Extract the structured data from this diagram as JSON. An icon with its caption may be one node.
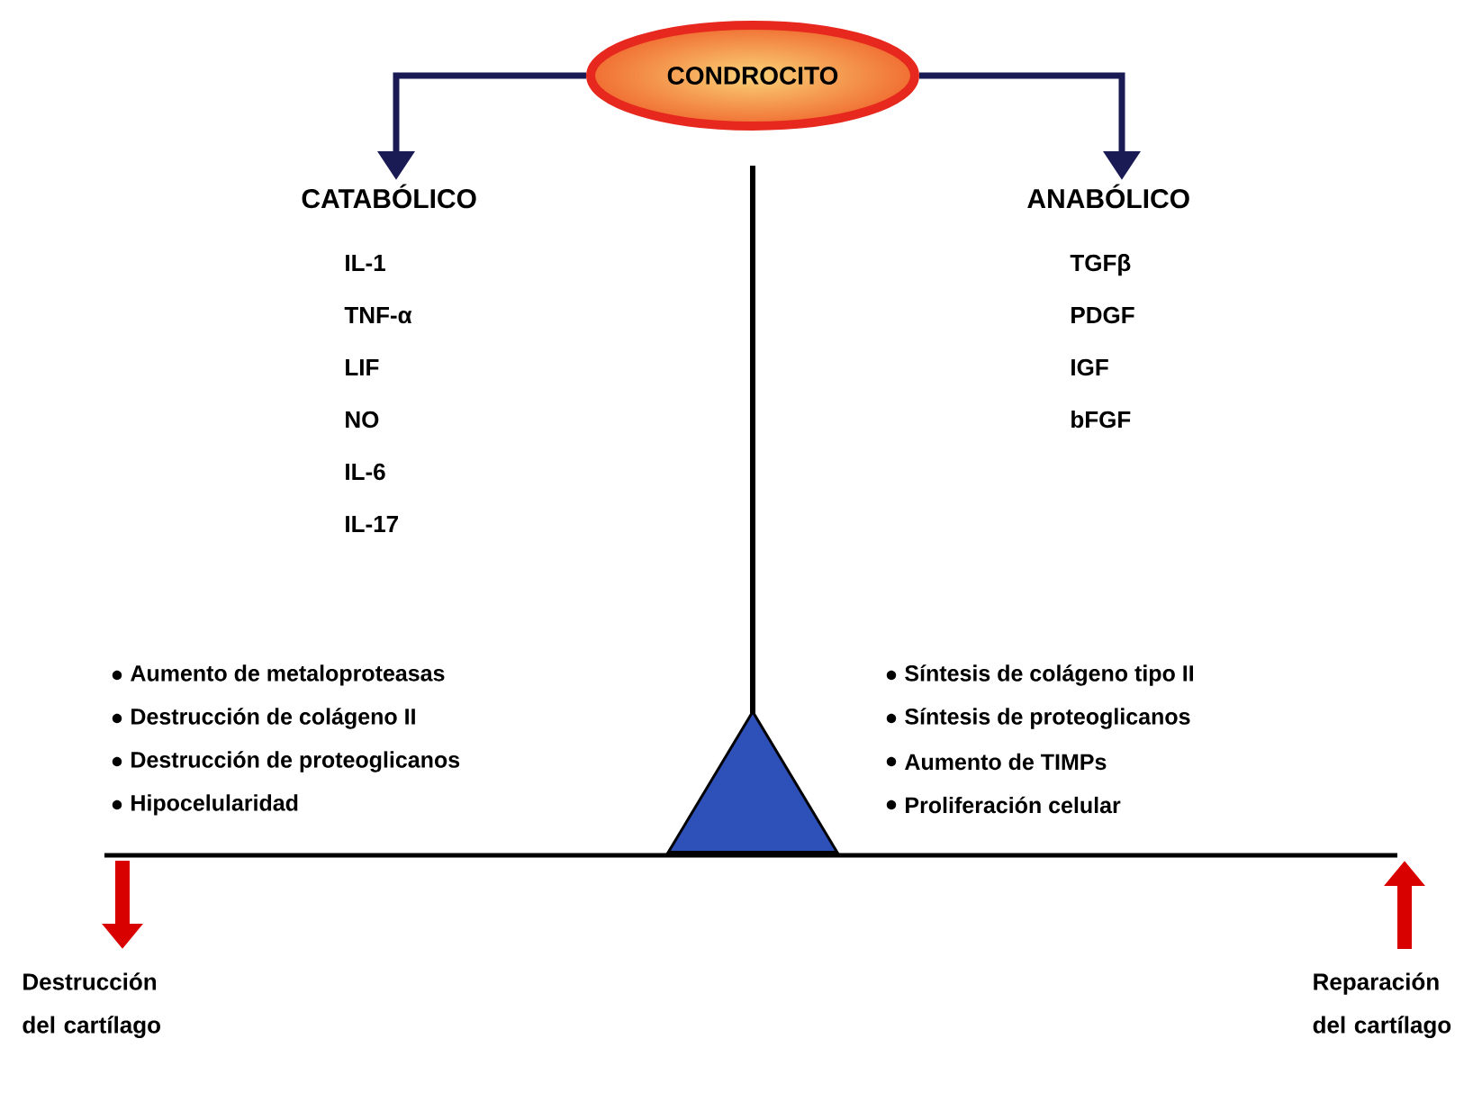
{
  "diagram": {
    "nodes": [
      {
        "text": [
          "CONDROCITO"
        ]
      },
      {
        "text": [
          "CATABÓLICO",
          "IL-1",
          "TNF-α",
          "LIF",
          "NO",
          "IL-6",
          "IL-17"
        ]
      },
      {
        "text": [
          "ANABÓLICO",
          "TGFβ",
          "PDGF",
          "IGF",
          "bFGF"
        ]
      },
      {
        "text": [],
        "shape": "triangle"
      }
    ],
    "edges": [
      {
        "from": 0,
        "to": 1,
        "arrow": "to"
      },
      {
        "from": 0,
        "to": 2,
        "arrow": "to"
      }
    ],
    "labels": [
      "Aumento de metaloproteasas",
      "Destrucción de colágeno II",
      "Destrucción de proteoglicanos",
      "Hipocelularidad",
      "Síntesis de colágeno tipo II",
      "Síntesis de proteoglicanos",
      "Aumento de TIMPs",
      "Proliferación celular",
      "Destrucción del cartílago",
      "Reparación del cartílago"
    ]
  }
}
